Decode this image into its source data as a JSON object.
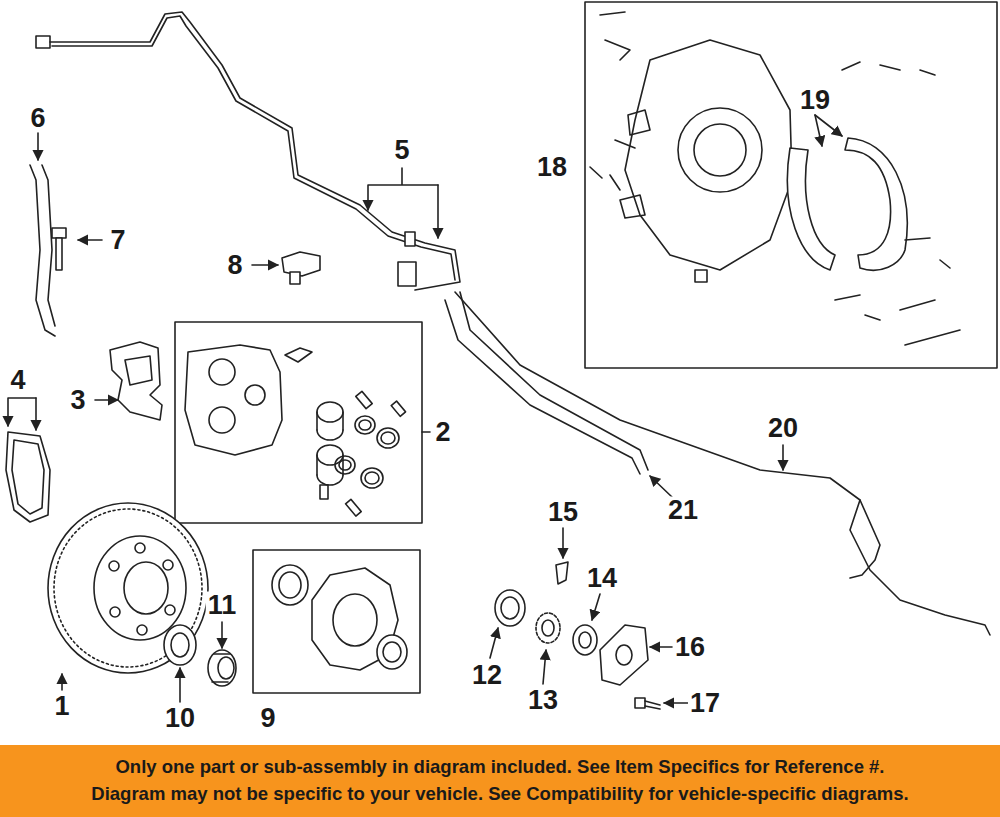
{
  "diagram": {
    "nodes": [
      {
        "text": [
          "Only one part or sub-assembly in diagram included. See Item Specifics for Reference #.",
          "Diagram may not be specific to your vehicle. See Compatibility for vehicle-specific diagrams."
        ]
      }
    ],
    "labels": [
      "6",
      "5",
      "18",
      "19",
      "7",
      "8",
      "4",
      "3",
      "2",
      "20",
      "11",
      "15",
      "21",
      "14",
      "12",
      "16",
      "13",
      "1",
      "10",
      "9",
      "17"
    ]
  }
}
